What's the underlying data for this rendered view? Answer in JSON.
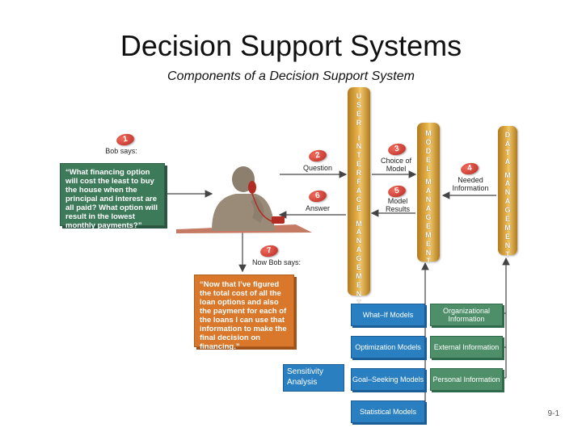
{
  "title": "Decision Support Systems",
  "subtitle": "Components of a Decision Support System",
  "pillars": {
    "user_interface": "USER INTERFACE MANAGEMENT",
    "model": "MODEL MANAGEMENT",
    "data": "DATA MANAGEMENT"
  },
  "steps": [
    {
      "num": "1",
      "label": "Bob says:"
    },
    {
      "num": "2",
      "label": "Question"
    },
    {
      "num": "3",
      "label": "Choice of Model"
    },
    {
      "num": "4",
      "label": "Needed Information"
    },
    {
      "num": "5",
      "label": "Model Results"
    },
    {
      "num": "6",
      "label": "Answer"
    },
    {
      "num": "7",
      "label": "Now Bob says:"
    }
  ],
  "bob_question": "“What financing option will cost the least to buy the house when the principal and interest are all paid? What option will result in the lowest monthly payments?”",
  "bob_answer": "“Now that I’ve figured the total cost of all the loan options and also the payment for each of the loans I can use that information to make the final decision on financing.”",
  "models": [
    "What–If Models",
    "Optimization Models",
    "Goal–Seeking Models",
    "Statistical Models"
  ],
  "information": [
    "Organizational Information",
    "External Information",
    "Personal Information"
  ],
  "sensitivity": "Sensitivity Analysis",
  "page_number": "9-1",
  "colors": {
    "pillar": "#e7b24a",
    "model_box": "#2a7fc1",
    "info_box": "#4e8f6a",
    "question_box": "#3d7a5a",
    "answer_box": "#d9772a",
    "badge": "#c8342a"
  },
  "icons": {
    "person": "person-on-phone-icon"
  }
}
